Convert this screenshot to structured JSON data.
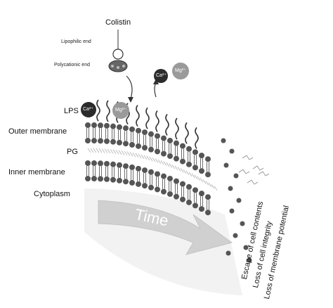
{
  "title": "Colistin",
  "molecule_labels": {
    "lipophilic": "Lipophilic end",
    "polycationic": "Polycationic end"
  },
  "ions": {
    "calcium": "Ca²⁺",
    "magnesium": "Mg²⁺"
  },
  "layers": [
    "LPS",
    "Outer membrane",
    "PG",
    "Inner membrane",
    "Cytoplasm"
  ],
  "arrow_label": "Time",
  "effects": [
    "Escape of cell contents",
    "Loss of cell integrity",
    "Loss of membrane potential"
  ],
  "colors": {
    "lipid_head": "#555555",
    "ca_ion": "#2b2b2b",
    "mg_ion": "#9a9a9a",
    "time_arrow": "#d0d0d0",
    "pg_layer": "#bdbdbd"
  }
}
